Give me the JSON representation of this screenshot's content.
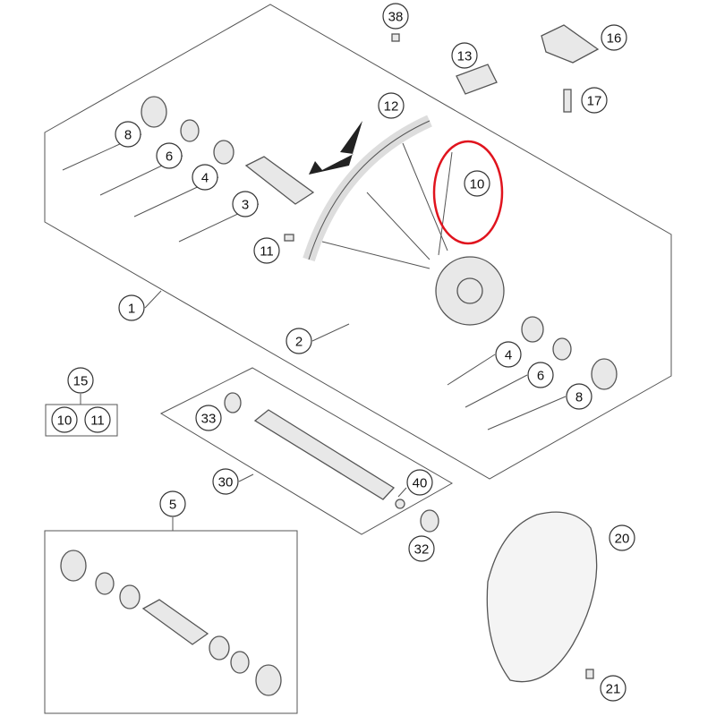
{
  "diagram": {
    "callouts": [
      "38",
      "16",
      "13",
      "17",
      "12",
      "8",
      "6",
      "4",
      "3",
      "10",
      "11",
      "1",
      "2",
      "4",
      "6",
      "8",
      "15",
      "10",
      "11",
      "33",
      "30",
      "40",
      "5",
      "32",
      "20",
      "21"
    ],
    "highlight_color": "#e0141e"
  }
}
